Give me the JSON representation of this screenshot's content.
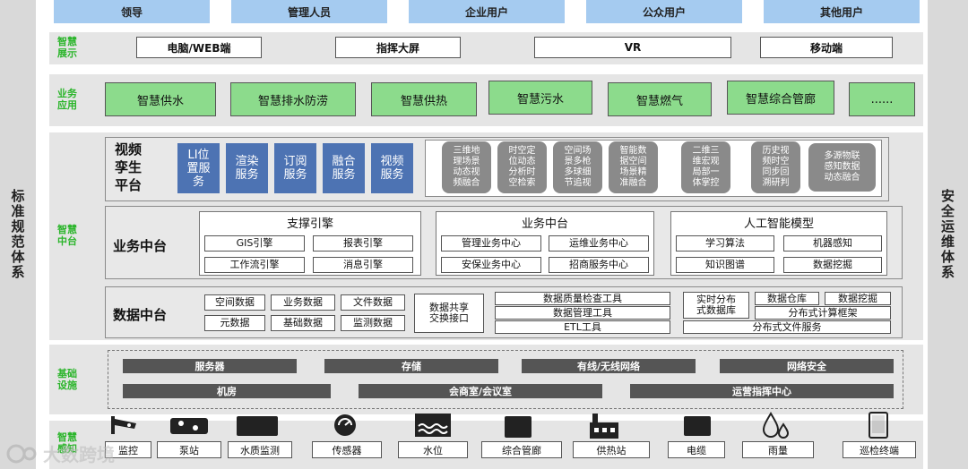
{
  "left_label": "标准规范体系",
  "right_label": "安全运维体系",
  "users": [
    "领导",
    "管理人员",
    "企业用户",
    "公众用户",
    "其他用户"
  ],
  "display": {
    "label_line1": "智慧",
    "label_line2": "展示",
    "items": [
      "电脑/WEB端",
      "指挥大屏",
      "VR",
      "移动端"
    ]
  },
  "apps": {
    "label_line1": "业务",
    "label_line2": "应用",
    "items": [
      "智慧供水",
      "智慧排水防涝",
      "智慧供热",
      "智慧污水",
      "智慧燃气",
      "智慧综合管廊",
      "......"
    ]
  },
  "middle": {
    "label_line1": "智慧",
    "label_line2": "中台"
  },
  "twin": {
    "title_l1": "视频",
    "title_l2": "孪生",
    "title_l3": "平台",
    "blue": [
      [
        "LI位",
        "置服",
        "务"
      ],
      [
        "渲染",
        "服务"
      ],
      [
        "订阅",
        "服务"
      ],
      [
        "融合",
        "服务"
      ],
      [
        "视频",
        "服务"
      ]
    ],
    "gray": [
      [
        "三维地",
        "理场景",
        "动态视",
        "频融合"
      ],
      [
        "时空定",
        "位动态",
        "分析时",
        "空检索"
      ],
      [
        "空间场",
        "景多枪",
        "多球细",
        "节追视"
      ],
      [
        "智能数",
        "据空间",
        "场景精",
        "准融合"
      ],
      [
        "二维三",
        "维宏观",
        "局部一",
        "体掌控"
      ],
      [
        "历史视",
        "频时空",
        "同步回",
        "溯研判"
      ],
      [
        "多源物联",
        "感知数据",
        "动态融合"
      ]
    ]
  },
  "biz": {
    "title": "业务中台",
    "support": {
      "title": "支撑引擎",
      "cells": [
        "GIS引擎",
        "报表引擎",
        "工作流引擎",
        "消息引擎"
      ]
    },
    "service": {
      "title": "业务中台",
      "cells": [
        "管理业务中心",
        "运维业务中心",
        "安保业务中心",
        "招商服务中心"
      ]
    },
    "ai": {
      "title": "人工智能模型",
      "cells": [
        "学习算法",
        "机器感知",
        "知识图谱",
        "数据挖掘"
      ]
    }
  },
  "data": {
    "title": "数据中台",
    "cells": [
      "空间数据",
      "业务数据",
      "文件数据",
      "元数据",
      "基础数据",
      "监测数据"
    ],
    "share_l1": "数据共享",
    "share_l2": "交换接口",
    "quality": [
      "数据质量检查工具",
      "数据管理工具",
      "ETL工具"
    ],
    "store": {
      "rt1": "实时分布",
      "rt2": "式数据库",
      "warehouse": "数据仓库",
      "mining": "数据挖掘",
      "compute": "分布式计算框架",
      "files": "分布式文件服务"
    }
  },
  "infra": {
    "label_line1": "基础",
    "label_line2": "设施",
    "row1": [
      "服务器",
      "存储",
      "有线/无线网络",
      "网络安全"
    ],
    "row2": [
      "机房",
      "会商室/会议室",
      "运营指挥中心"
    ]
  },
  "sense": {
    "label_line1": "智慧",
    "label_line2": "感知",
    "items": [
      "监控",
      "泵站",
      "水质监测",
      "传感器",
      "水位",
      "综合管廊",
      "供热站",
      "电缆",
      "雨量",
      "巡检终端"
    ],
    "icons": [
      "camera-icon",
      "pump-icon",
      "water-quality-icon",
      "sensor-icon",
      "water-level-icon",
      "pipe-gallery-icon",
      "heating-station-icon",
      "cable-icon",
      "rain-icon",
      "tablet-icon"
    ]
  },
  "watermark": "大数跨境"
}
